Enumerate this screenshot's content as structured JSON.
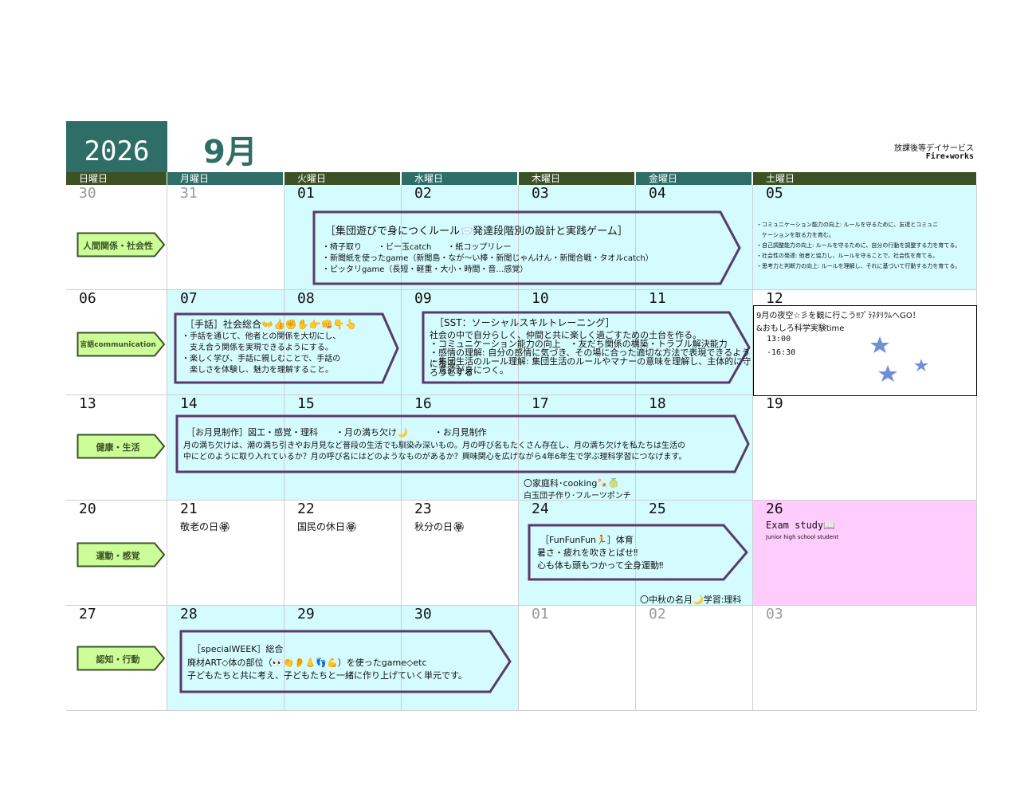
{
  "header": {
    "year": "2026",
    "month": "9月",
    "brand_line1": "放課後等デイサービス",
    "brand_line2": "Fire★works"
  },
  "weekdays": [
    "日曜日",
    "月曜日",
    "火曜日",
    "水曜日",
    "木曜日",
    "金曜日",
    "土曜日"
  ],
  "weeks": [
    [
      "30",
      "31",
      "01",
      "02",
      "03",
      "04",
      "05"
    ],
    [
      "06",
      "07",
      "08",
      "09",
      "10",
      "11",
      "12"
    ],
    [
      "13",
      "14",
      "15",
      "16",
      "17",
      "18",
      "19"
    ],
    [
      "20",
      "21",
      "22",
      "23",
      "24",
      "25",
      "26"
    ],
    [
      "27",
      "28",
      "29",
      "30",
      "01",
      "02",
      "03"
    ]
  ],
  "row_tags": [
    "人間関係・社会性",
    "言語communication",
    "健康・生活",
    "運動・感覚",
    "認知・行動"
  ],
  "week1": {
    "title": "［集団遊びで身につくルール📨発達段階別の設計と実践ゲーム］",
    "line1": "・椅子取り　　・ビー玉catch　　・紙コップリレー",
    "line2": "・新聞紙を使ったgame（新聞島・なが〜い棒・新聞じゃんけん・新聞合戦・タオルcatch）",
    "line3": "・ピッタリgame（長短・軽重・大小・時間・音…感覚）",
    "goals": [
      "・コミュニケーション能力の向上: ルールを守るために、友達とコミュニ",
      "　ケーションを取る力を育む。",
      "・自己調整能力の向上: ルールを守るために、自分の行動を調整する力を育てる。",
      "・社会性の発達: 他者と協力し、ルールを守ることで、社会性を育てる。",
      "・思考力と判断力の向上: ルールを理解し、それに基づいて行動する力を育てる。"
    ]
  },
  "week2": {
    "sign_title": "［手話］社会総合👐👍✊✋👉👊👇👆",
    "sign_lines": [
      "・手話を通じて、他者との関係を大切にし、",
      "　支え合う関係を実現できるようにする。",
      "・楽しく学び、手話に親しむことで、手話の",
      "　楽しさを体験し、魅力を理解すること。"
    ],
    "sst_title": "［SST：ソーシャルスキルトレーニング］",
    "sst_lines": [
      "社会の中で自分らしく、仲間と共に楽しく過ごすための土台を作る。",
      "・コミュニケーション能力の向上　・友だち関係の構築・トラブル解決能力",
      "・感情の理解: 自分の感情に気づき、その場に合った適切な方法で表現できるようになる。",
      "・集団生活のルール理解: 集団生活のルールやマナーの意味を理解し、主体的に守ろうとする",
      "　意欲が身につく。"
    ],
    "planet_line1": "9月の夜空☆彡を観に行こう‼ﾌﾟﾗﾈﾀﾘｳﾑへGO！",
    "planet_line2": "&おもしろ科学実験time",
    "planet_time1": "13:00",
    "planet_time2": "-16:30"
  },
  "week3": {
    "title": "［お月見制作］図工・感覚・理科　　・月の満ち欠け🌙　　　・お月見制作",
    "line1": "月の満ち欠けは、潮の満ち引きやお月見など普段の生活でも馴染み深いもの。月の呼び名もたくさん存在し、月の満ち欠けを私たちは生活の",
    "line2": "中にどのように取り入れているか？月の呼び名にはどのようなものがあるか？興味関心を広げながら4年6年生で学ぶ理科学習につなげます。",
    "cooking1": "〇家庭科･cooking🍡🍈",
    "cooking2": "白玉団子作り･フルーツポンチ"
  },
  "week4": {
    "holiday1": "敬老の日🏵",
    "holiday2": "国民の休日🏵",
    "holiday3": "秋分の日🏵",
    "pe_title": "［FunFunFun🏃］体育",
    "pe_line1": "暑さ・疲れを吹きとばせ‼",
    "pe_line2": "心も体も頭もつかって全身運動‼",
    "moon_note": "〇中秋の名月🌙学習:理科",
    "exam_title": "Exam study📖",
    "exam_sub": "Junior high school student"
  },
  "week5": {
    "title": "［specialWEEK］総合",
    "line1": "廃材ART◇体の部位（👀👏👂👃👣💪）を使ったgame◇etc",
    "line2": "子どもたちと共に考え、子どもたちと一緒に作り上げていく単元です。"
  },
  "colors": {
    "teal": "#2e6e66",
    "dark_green": "#3c5226",
    "cyan": "#d4fbfd",
    "pink": "#fecdfe",
    "tag_fill": "#ccfd99",
    "arrow_border": "#5a3a6e"
  }
}
